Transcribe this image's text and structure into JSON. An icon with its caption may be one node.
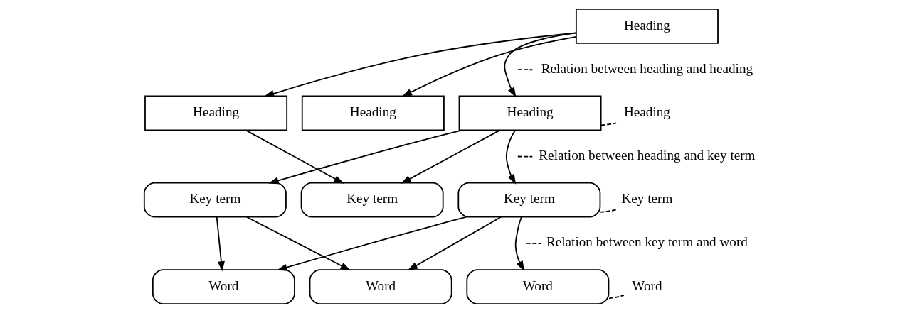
{
  "diagram": {
    "nodes": [
      {
        "text": [
          "Heading"
        ]
      },
      {
        "text": [
          "Heading"
        ]
      },
      {
        "text": [
          "Heading"
        ]
      },
      {
        "text": [
          "Heading"
        ]
      },
      {
        "text": [
          "Key term"
        ]
      },
      {
        "text": [
          "Key term"
        ]
      },
      {
        "text": [
          "Key term"
        ]
      },
      {
        "text": [
          "Word"
        ]
      },
      {
        "text": [
          "Word"
        ]
      },
      {
        "text": [
          "Word"
        ]
      },
      {
        "text": [
          "Relation between heading and heading"
        ]
      },
      {
        "text": [
          "Heading"
        ]
      },
      {
        "text": [
          "Relation between heading and key term"
        ]
      },
      {
        "text": [
          "Key term"
        ]
      },
      {
        "text": [
          "Relation between key term and word"
        ]
      },
      {
        "text": [
          "Word"
        ]
      }
    ],
    "edges": [
      {
        "from": 0,
        "to": 1,
        "arrow": "to"
      },
      {
        "from": 0,
        "to": 2,
        "arrow": "to"
      },
      {
        "from": 0,
        "to": 3,
        "arrow": "to"
      },
      {
        "from": 1,
        "to": 5,
        "arrow": "to"
      },
      {
        "from": 3,
        "to": 4,
        "arrow": "to"
      },
      {
        "from": 3,
        "to": 5,
        "arrow": "to"
      },
      {
        "from": 3,
        "to": 6,
        "arrow": "to"
      },
      {
        "from": 4,
        "to": 7,
        "arrow": "to"
      },
      {
        "from": 4,
        "to": 8,
        "arrow": "to"
      },
      {
        "from": 6,
        "to": 7,
        "arrow": "to"
      },
      {
        "from": 6,
        "to": 8,
        "arrow": "to"
      },
      {
        "from": 6,
        "to": 9,
        "arrow": "to"
      },
      {
        "from": 10,
        "to": null,
        "arrow": "none",
        "style": "dashed"
      },
      {
        "from": 11,
        "to": 3,
        "arrow": "none",
        "style": "dashed"
      },
      {
        "from": 12,
        "to": null,
        "arrow": "none",
        "style": "dashed"
      },
      {
        "from": 13,
        "to": 6,
        "arrow": "none",
        "style": "dashed"
      },
      {
        "from": 14,
        "to": null,
        "arrow": "none",
        "style": "dashed"
      },
      {
        "from": 15,
        "to": 9,
        "arrow": "none",
        "style": "dashed"
      }
    ]
  }
}
